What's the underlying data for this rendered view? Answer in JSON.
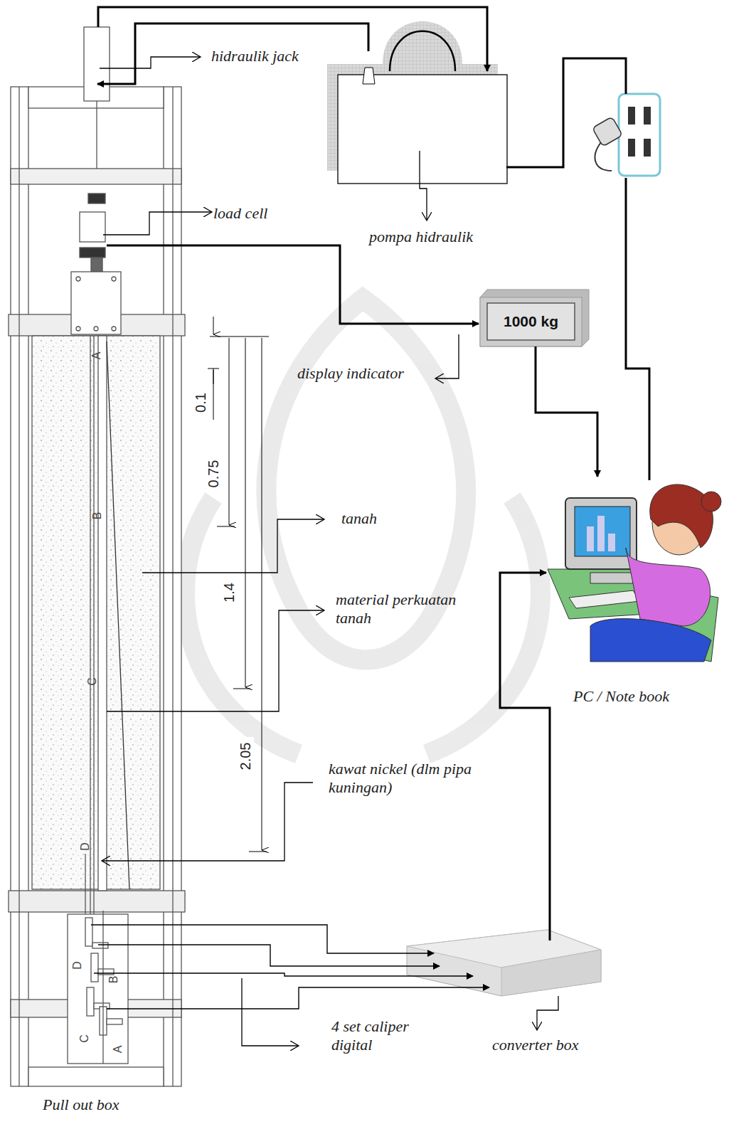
{
  "diagram": {
    "nodes": [
      {
        "text": [
          "1000 kg"
        ]
      }
    ],
    "labels": [
      "hidraulik jack",
      "load cell",
      "pompa hidraulik",
      "display indicator",
      "0.1",
      "0.75",
      "1.4",
      "2.05",
      "tanah",
      "material perkuatan tanah",
      "kawat nickel (dlm pipa kuningan)",
      "PC / Note book",
      "4 set caliper digital",
      "converter box",
      "Pull out box",
      "A",
      "B",
      "C",
      "D",
      "D",
      "B",
      "C",
      "A"
    ]
  }
}
